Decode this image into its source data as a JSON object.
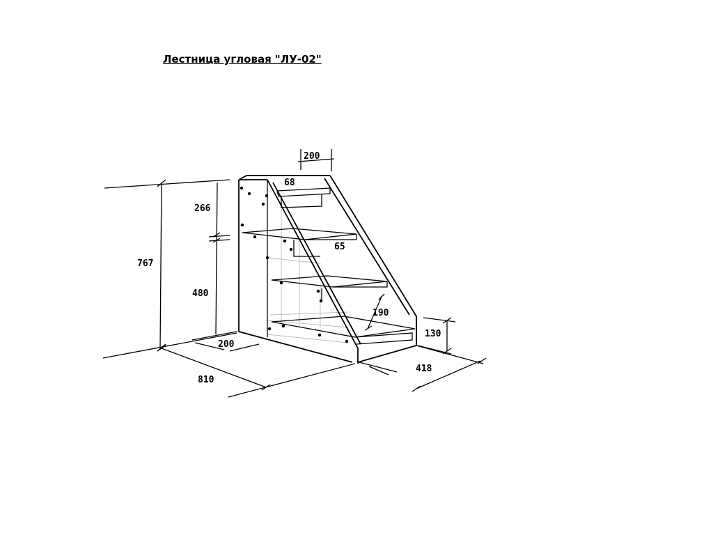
{
  "title": "Лестница угловая \"ЛУ-02\"",
  "dimensions": {
    "top_width": "200",
    "top_step_depth": "68",
    "upper_height": "266",
    "mid_step_depth": "65",
    "total_height": "767",
    "lower_height": "480",
    "step_height": "190",
    "bottom_step_height": "130",
    "base_depth": "200",
    "total_length": "810",
    "width": "418"
  }
}
